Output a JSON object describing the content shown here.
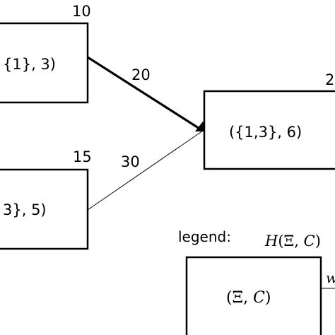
{
  "nodes": [
    {
      "id": "node-a",
      "label": "{1}, 3)",
      "weight": "10"
    },
    {
      "id": "node-b",
      "label": "3}, 5)",
      "weight": "15"
    },
    {
      "id": "node-c",
      "label": "({1,3}, 6)",
      "weight": "2"
    }
  ],
  "edges": [
    {
      "from": "node-a",
      "to": "node-c",
      "label": "20",
      "style": "thick"
    },
    {
      "from": "node-b",
      "to": "node-c",
      "label": "30",
      "style": "thin"
    }
  ],
  "legend": {
    "title": "legend:",
    "box_label_open": "(Ξ, ",
    "box_label_var": "C",
    "box_label_close": ")",
    "header_fn": "H",
    "header_open": "(Ξ, ",
    "header_var": "C",
    "header_close": ")",
    "edge_var": "w"
  },
  "colors": {
    "stroke": "#000000",
    "background": "#ffffff"
  }
}
